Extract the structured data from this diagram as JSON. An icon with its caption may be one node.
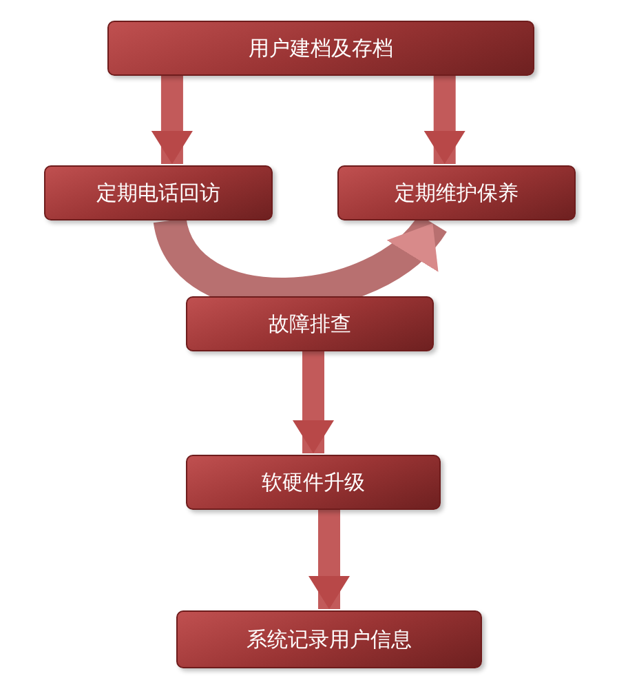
{
  "diagram": {
    "nodes": [
      {
        "text": [
          "用户建档及存档"
        ]
      },
      {
        "text": [
          "定期电话回访"
        ]
      },
      {
        "text": [
          "定期维护保养"
        ]
      },
      {
        "text": [
          "故障排查"
        ]
      },
      {
        "text": [
          "软硬件升级"
        ]
      },
      {
        "text": [
          "系统记录用户信息"
        ]
      }
    ],
    "edges": [
      {
        "from": 0,
        "to": 1,
        "arrow": "to"
      },
      {
        "from": 0,
        "to": 2,
        "arrow": "to"
      },
      {
        "from": 1,
        "to": 2,
        "arrow": "to"
      },
      {
        "from": 3,
        "to": 4,
        "arrow": "to"
      },
      {
        "from": 4,
        "to": 5,
        "arrow": "to"
      }
    ]
  }
}
